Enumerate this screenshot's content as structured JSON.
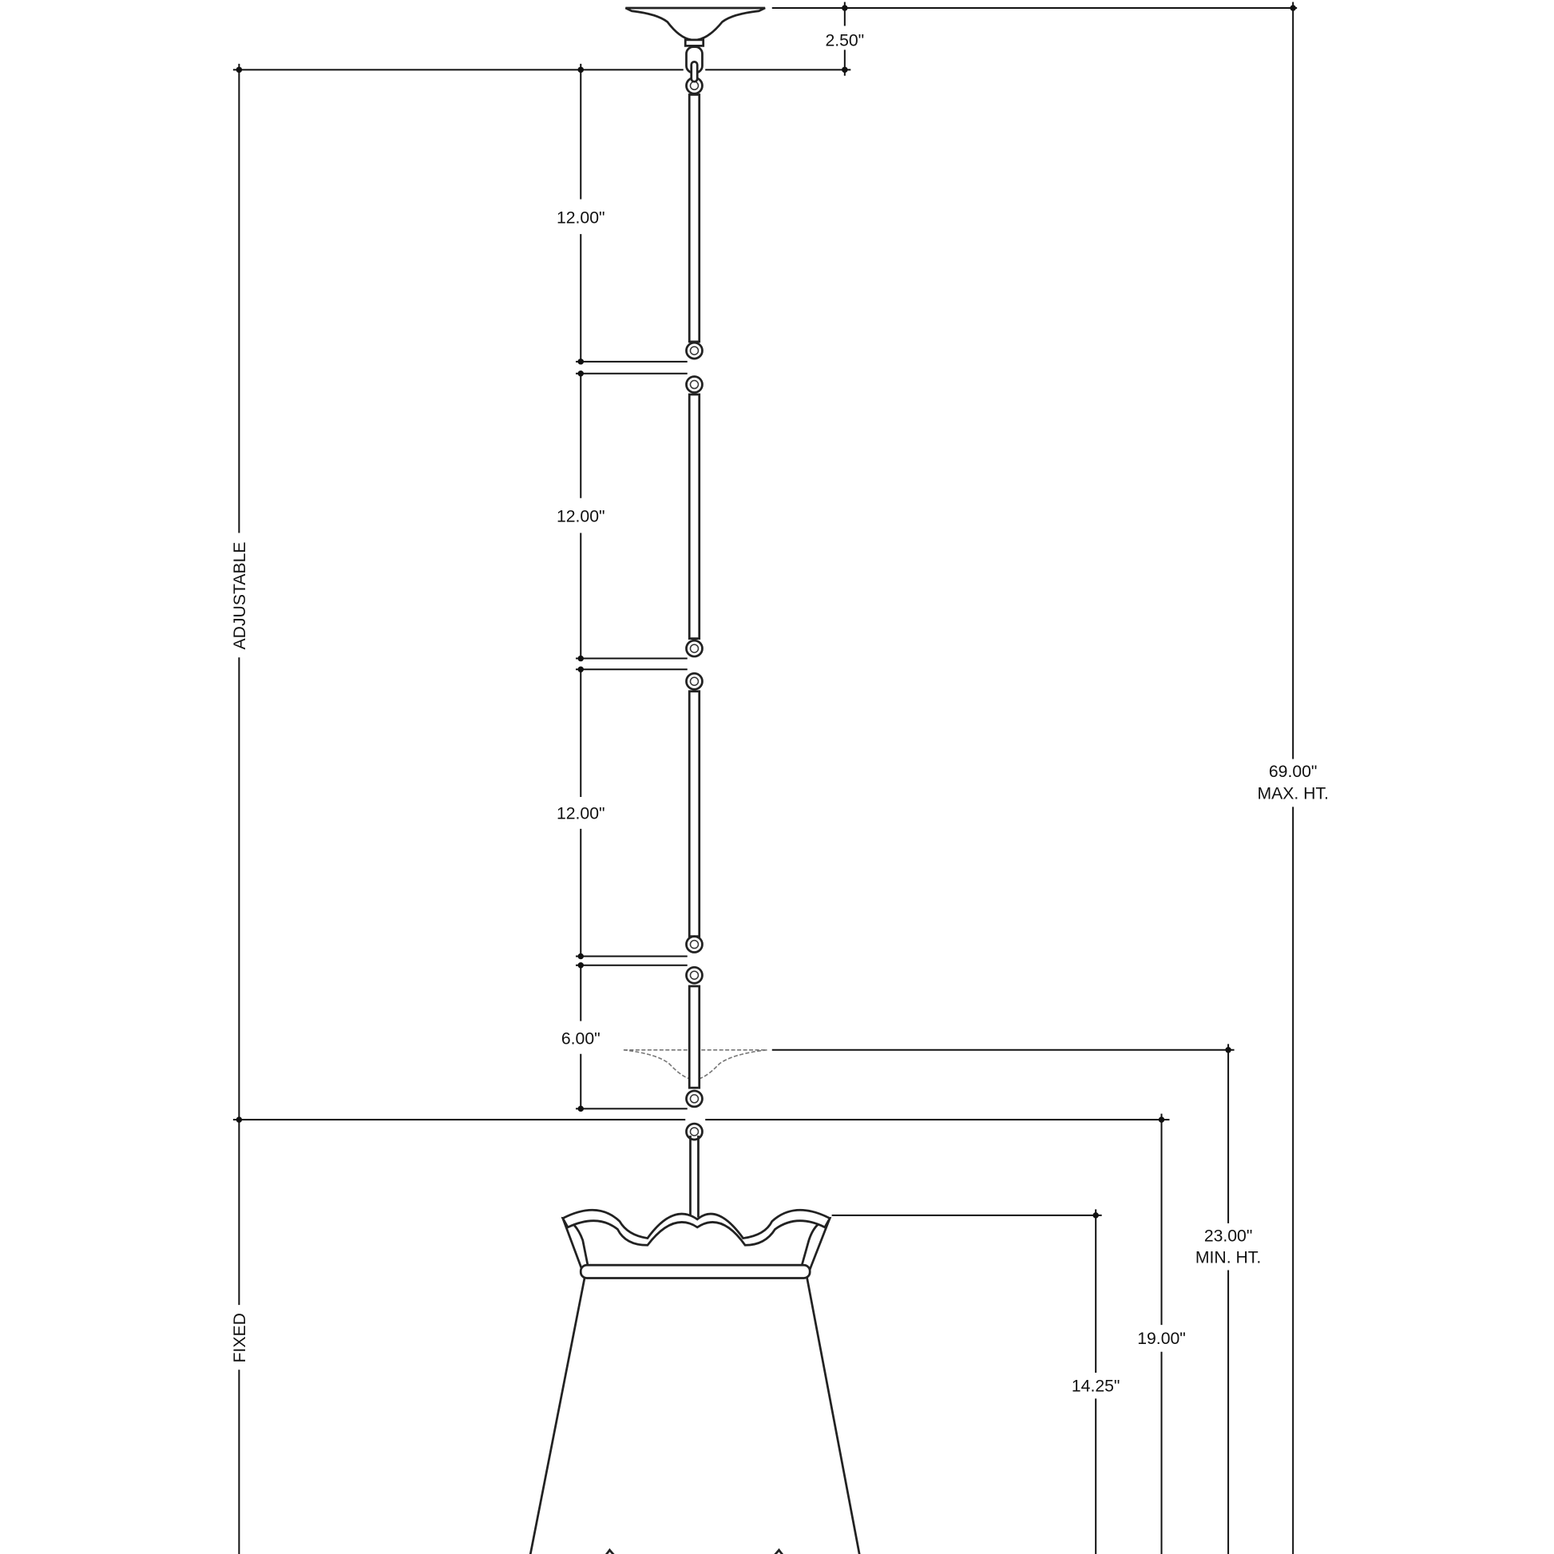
{
  "dimensions": {
    "canopy_height": "2.50\"",
    "chain_segment_1": "12.00\"",
    "chain_segment_2": "12.00\"",
    "chain_segment_3": "12.00\"",
    "chain_segment_4": "6.00\"",
    "adjustable_label": "ADJUSTABLE",
    "fixed_label": "FIXED",
    "max_height_value": "69.00\"",
    "max_height_label": "MAX. HT.",
    "min_height_value": "23.00\"",
    "min_height_label": "MIN. HT.",
    "fixed_height": "19.00\"",
    "shade_height": "14.25\""
  },
  "colors": {
    "line": "#111111",
    "background": "#ffffff"
  }
}
